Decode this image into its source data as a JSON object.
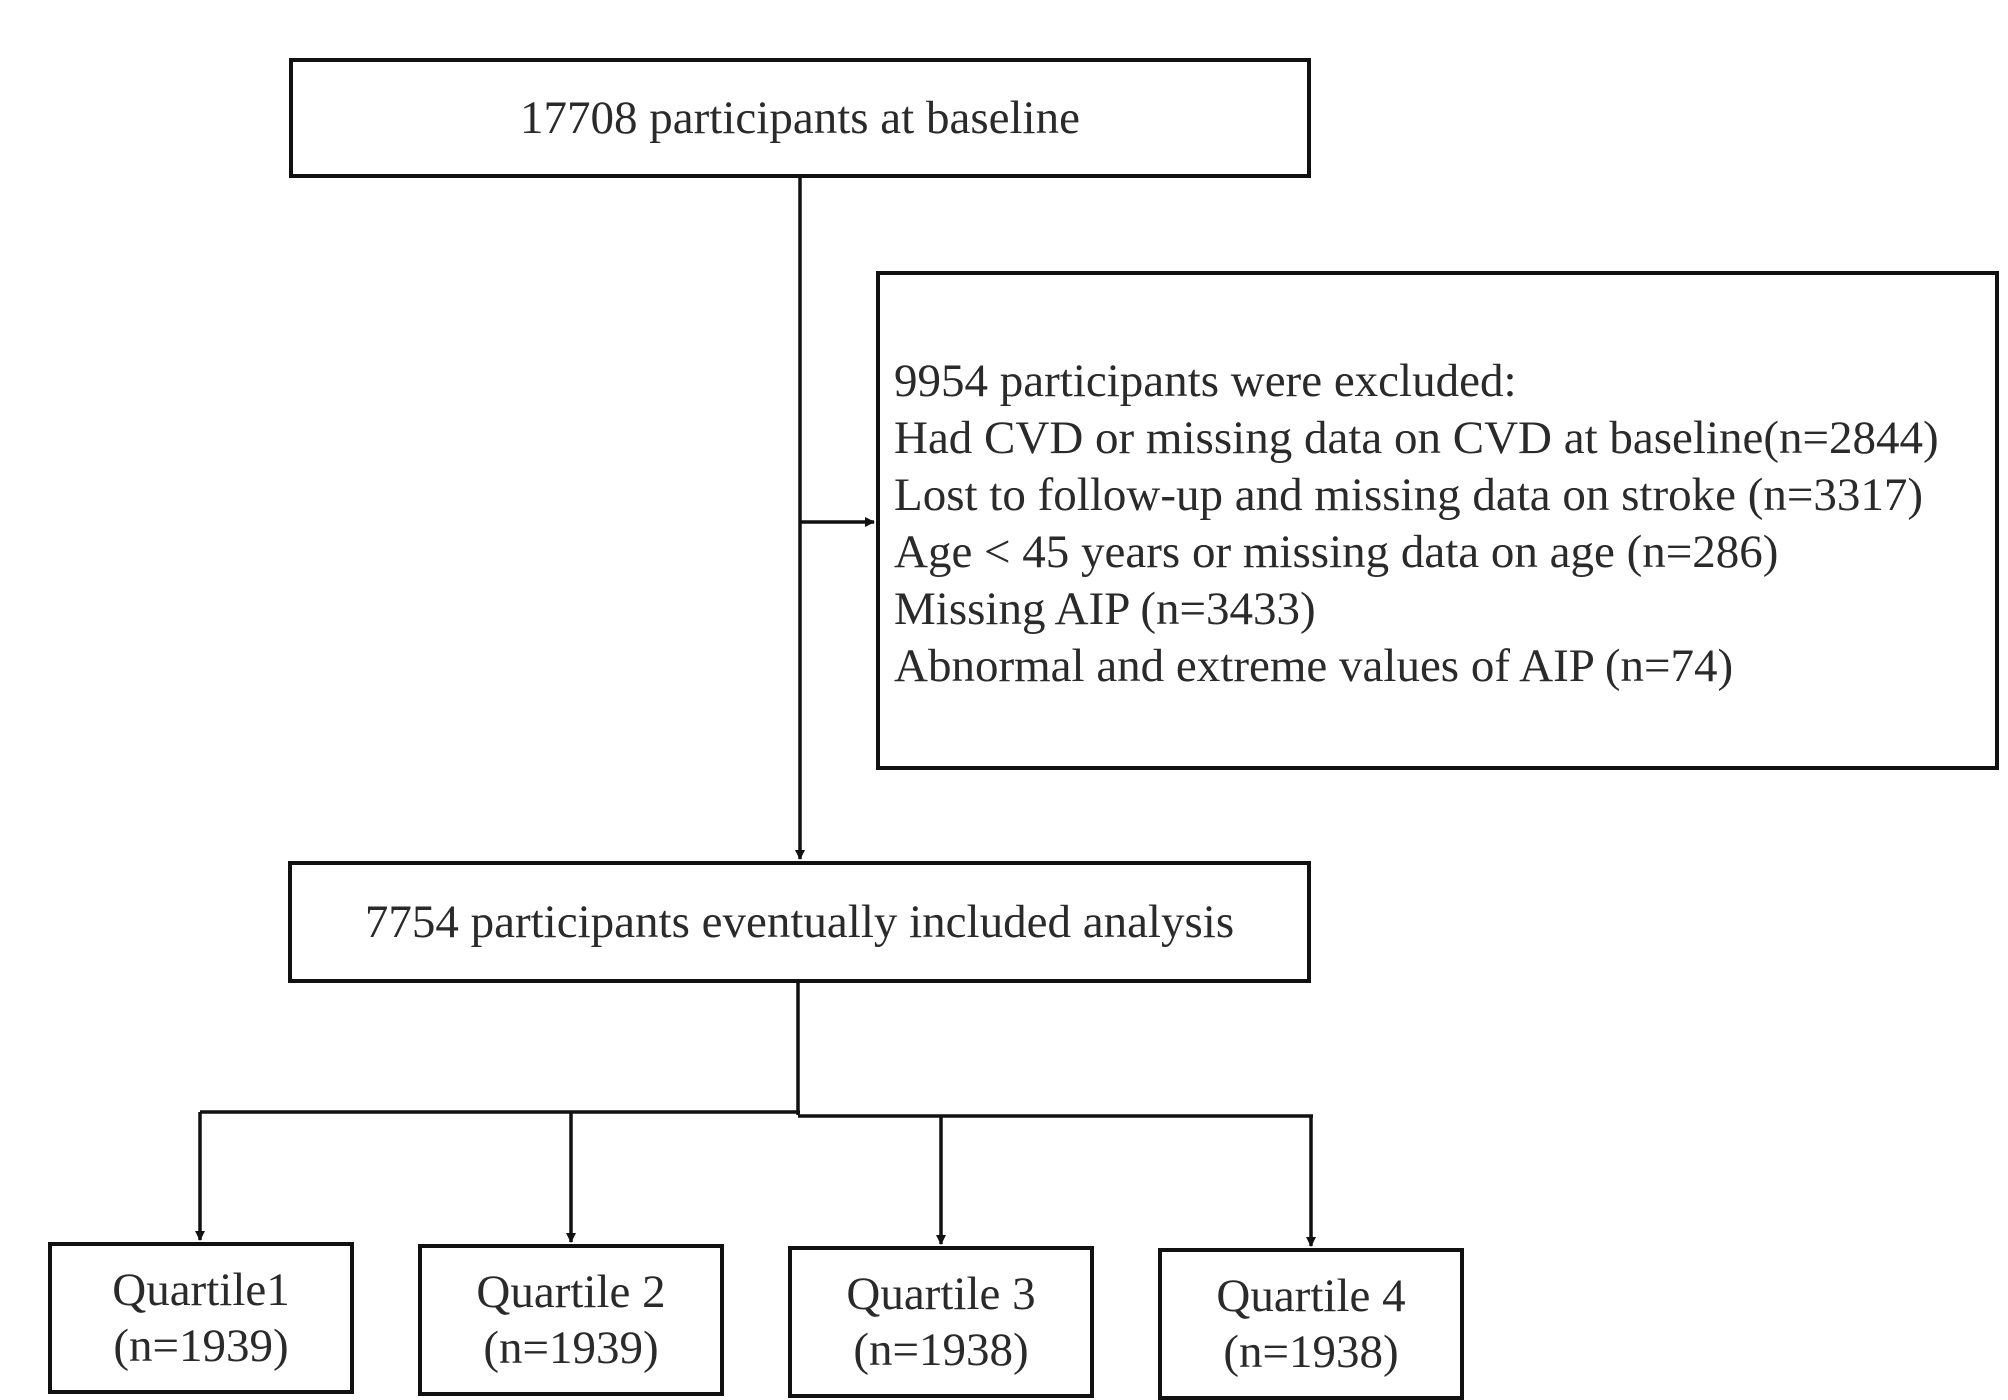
{
  "flowchart": {
    "baseline": {
      "label": "17708 participants at baseline"
    },
    "excluded": {
      "lines": [
        "9954 participants were excluded:",
        "Had CVD or missing data on CVD at baseline(n=2844)",
        "Lost to follow-up and missing data on stroke (n=3317)",
        "Age < 45 years or missing data on age (n=286)",
        "Missing AIP (n=3433)",
        "Abnormal and extreme values of AIP (n=74)"
      ]
    },
    "included": {
      "label": "7754 participants eventually included analysis"
    },
    "quartiles": [
      {
        "name": "Quartile1",
        "count": "(n=1939)"
      },
      {
        "name": "Quartile 2",
        "count": "(n=1939)"
      },
      {
        "name": "Quartile 3",
        "count": "(n=1938)"
      },
      {
        "name": "Quartile 4",
        "count": "(n=1938)"
      }
    ]
  },
  "colors": {
    "line": "#111111",
    "text": "#2a2a2a",
    "background": "#ffffff"
  }
}
